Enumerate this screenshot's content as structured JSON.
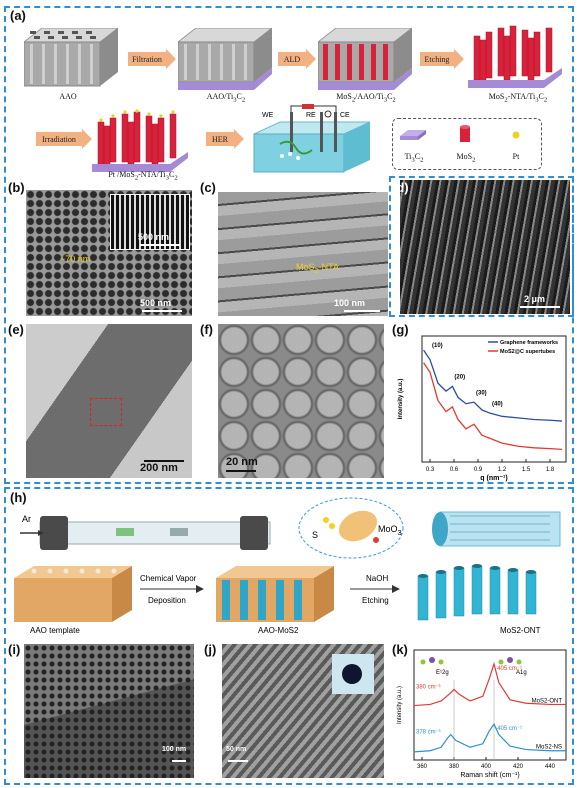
{
  "labels": {
    "a": "(a)",
    "b": "(b)",
    "c": "(c)",
    "d": "(d)",
    "e": "(e)",
    "f": "(f)",
    "g": "(g)",
    "h": "(h)",
    "i": "(i)",
    "j": "(j)",
    "k": "(k)"
  },
  "panel_a": {
    "steps": [
      "AAO",
      "AAO/Ti3C2",
      "MoS2/AAO/Ti3C2",
      "MoS2-NTA/Ti3C2",
      "Pt /MoS2-NTA/Ti3C2"
    ],
    "arrows": [
      "Filtration",
      "ALD",
      "Etching",
      "Irradiation",
      "HER"
    ],
    "electrodes": [
      "WE",
      "RE",
      "CE"
    ],
    "legend": [
      "Ti3C2",
      "MoS2",
      "Pt"
    ]
  },
  "panel_b": {
    "annotation": "~70 nm",
    "inset_scale": "500 nm",
    "scale": "500 nm"
  },
  "panel_c": {
    "annotation": "MoS2-NTA",
    "scale": "100 nm"
  },
  "panel_d": {
    "scale": "2 μm"
  },
  "panel_e": {
    "scale": "200 nm"
  },
  "panel_f": {
    "scale": "20 nm"
  },
  "panel_h": {
    "gas": "Ar",
    "sulfur": "S",
    "moo3": "MoO3",
    "cvd1": "Chemical Vapor",
    "cvd2": "Deposition",
    "naoh": "NaOH",
    "etch": "Etching",
    "t1": "AAO template",
    "t2": "AAO-MoS2",
    "t3": "MoS2-ONT"
  },
  "panel_i": {
    "scale": "100 nm"
  },
  "panel_j": {
    "scale": "50 nm"
  },
  "chart_data": [
    {
      "type": "line",
      "xlabel": "q (nm⁻¹)",
      "ylabel": "Intensity (a.u.)",
      "xlim": [
        0.2,
        2.0
      ],
      "xticks": [
        "0.3",
        "0.6",
        "0.9",
        "1.2",
        "1.5",
        "1.8"
      ],
      "legend": [
        "Graphene frameworks",
        "MoS2@C supertubes"
      ],
      "peak_labels": [
        "(10)",
        "(20)",
        "(30)",
        "(40)"
      ],
      "series": [
        {
          "name": "Graphene frameworks",
          "color": "#2b4fa0",
          "x": [
            0.22,
            0.3,
            0.4,
            0.5,
            0.58,
            0.65,
            0.75,
            0.85,
            0.95,
            1.05,
            1.2,
            1.4,
            1.6,
            1.8,
            1.95
          ],
          "y": [
            8.6,
            8.0,
            6.5,
            6.0,
            6.3,
            5.6,
            5.2,
            5.3,
            4.8,
            4.6,
            4.4,
            4.3,
            4.2,
            4.15,
            4.1
          ]
        },
        {
          "name": "MoS2@C supertubes",
          "color": "#e03b32",
          "x": [
            0.22,
            0.3,
            0.4,
            0.5,
            0.58,
            0.65,
            0.75,
            0.85,
            0.95,
            1.05,
            1.2,
            1.4,
            1.6,
            1.8,
            1.95
          ],
          "y": [
            7.8,
            7.2,
            5.4,
            4.7,
            5.0,
            4.2,
            3.6,
            3.9,
            3.2,
            3.0,
            2.7,
            2.5,
            2.4,
            2.35,
            2.3
          ]
        }
      ]
    },
    {
      "type": "line",
      "xlabel": "Raman shift (cm⁻¹)",
      "ylabel": "Intensity (a.u.)",
      "xlim": [
        355,
        450
      ],
      "xticks": [
        "360",
        "380",
        "400",
        "420",
        "440"
      ],
      "mode_labels": [
        "E¹2g",
        "A1g"
      ],
      "series": [
        {
          "name": "MoS2-ONT",
          "color": "#e03b32",
          "peaks": [
            "380 cm⁻¹",
            "405 cm⁻¹"
          ],
          "x": [
            355,
            365,
            372,
            378,
            380,
            383,
            390,
            398,
            402,
            405,
            408,
            415,
            425,
            440,
            450
          ],
          "y": [
            5.2,
            5.3,
            5.6,
            6.3,
            6.6,
            6.2,
            5.6,
            6.0,
            7.5,
            8.8,
            7.2,
            5.7,
            5.4,
            5.3,
            5.3
          ]
        },
        {
          "name": "MoS2-NS",
          "color": "#2f8fd0",
          "peaks": [
            "378 cm⁻¹",
            "405 cm⁻¹"
          ],
          "x": [
            355,
            365,
            372,
            376,
            378,
            381,
            390,
            398,
            402,
            405,
            408,
            415,
            425,
            440,
            450
          ],
          "y": [
            1.2,
            1.3,
            1.6,
            2.4,
            2.7,
            2.2,
            1.6,
            1.9,
            3.0,
            3.6,
            2.7,
            1.7,
            1.4,
            1.3,
            1.3
          ]
        }
      ]
    }
  ]
}
